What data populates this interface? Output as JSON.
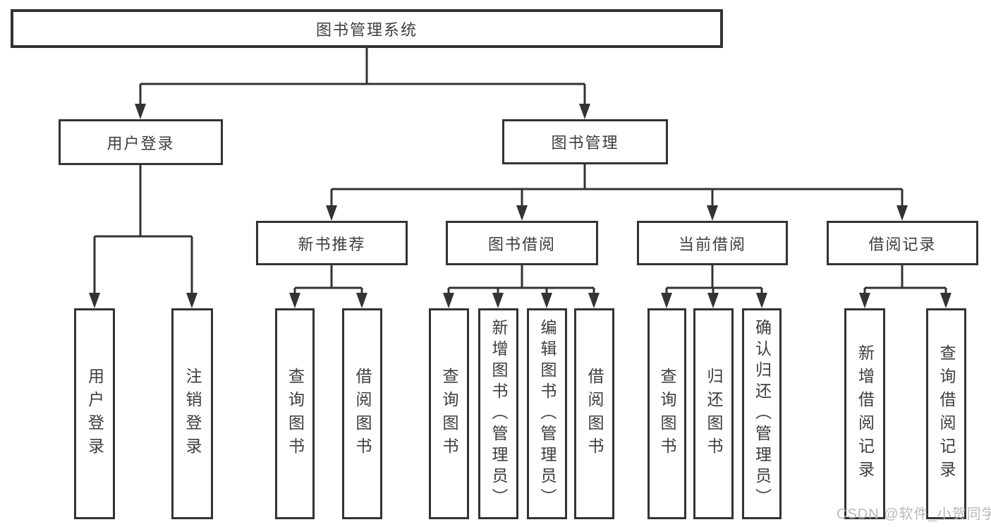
{
  "diagram": {
    "type": "hierarchy-tree",
    "root": {
      "label": "图书管理系统",
      "children": [
        {
          "label": "用户登录",
          "children": [
            {
              "label": "用户登录"
            },
            {
              "label": "注销登录"
            }
          ]
        },
        {
          "label": "图书管理",
          "children": [
            {
              "label": "新书推荐",
              "children": [
                {
                  "label": "查询图书"
                },
                {
                  "label": "借阅图书"
                }
              ]
            },
            {
              "label": "图书借阅",
              "children": [
                {
                  "label": "查询图书"
                },
                {
                  "label": "新增图书（管理员）"
                },
                {
                  "label": "编辑图书（管理员）"
                },
                {
                  "label": "借阅图书"
                }
              ]
            },
            {
              "label": "当前借阅",
              "children": [
                {
                  "label": "查询图书"
                },
                {
                  "label": "归还图书"
                },
                {
                  "label": "确认归还（管理员）"
                }
              ]
            },
            {
              "label": "借阅记录",
              "children": [
                {
                  "label": "新增借阅记录"
                },
                {
                  "label": "查询借阅记录"
                }
              ]
            }
          ]
        }
      ]
    }
  },
  "watermark": {
    "text": "CSDN @软件_小贺同学"
  },
  "colors": {
    "line": "#333333",
    "text": "#3d3d3d",
    "watermark": "#b2b2b2",
    "background": "#ffffff"
  }
}
